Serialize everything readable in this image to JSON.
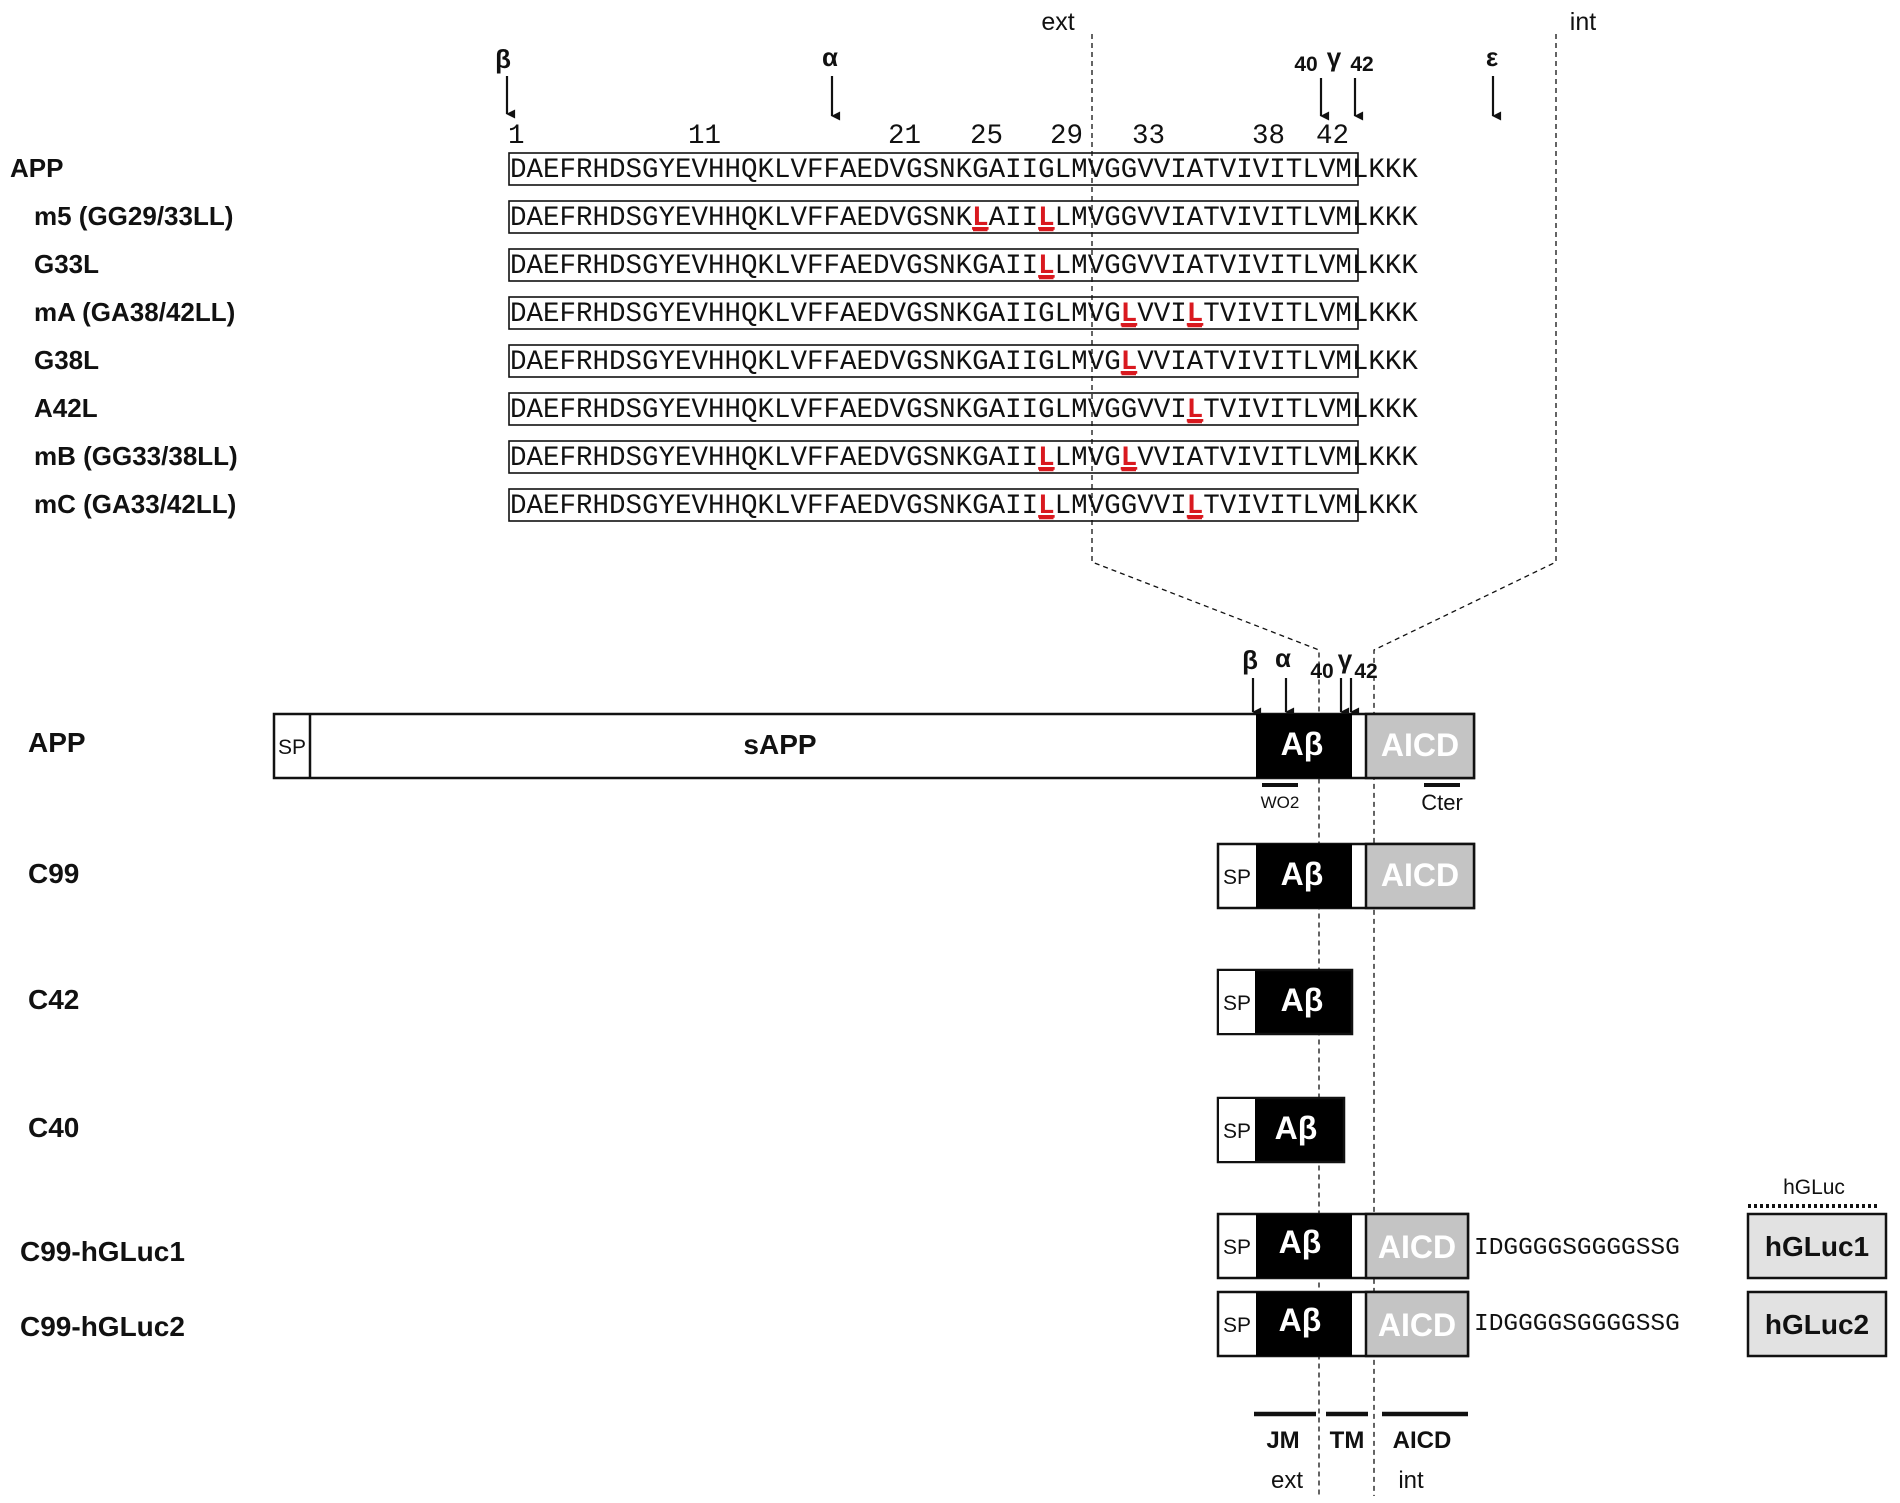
{
  "top_panel": {
    "ext_label": "ext",
    "int_label": "int",
    "cleavage_sites": [
      "β",
      "α",
      "40",
      "γ",
      "42",
      "ε"
    ],
    "position_numbers": [
      "1",
      "11",
      "21",
      "25",
      "29",
      "33",
      "38",
      "42"
    ],
    "rows": [
      {
        "name": "APP",
        "prefix": "DAEFRHDSGYEVHHQKLVFFAEDVGSNK",
        "core": [
          "G",
          "A",
          "I",
          "I",
          "G",
          "L",
          "M",
          "V",
          "G",
          "G",
          "V",
          "V",
          "I",
          "A"
        ],
        "suffix": "TVIVITLVMLKKK",
        "mutated": []
      },
      {
        "name": "m5 (GG29/33LL)",
        "prefix": "DAEFRHDSGYEVHHQKLVFFAEDVGSNK",
        "core": [
          "L",
          "A",
          "I",
          "I",
          "L",
          "L",
          "M",
          "V",
          "G",
          "G",
          "V",
          "V",
          "I",
          "A"
        ],
        "suffix": "TVIVITLVMLKKK",
        "mutated": [
          0,
          4
        ]
      },
      {
        "name": "G33L",
        "prefix": "DAEFRHDSGYEVHHQKLVFFAEDVGSNK",
        "core": [
          "G",
          "A",
          "I",
          "I",
          "L",
          "L",
          "M",
          "V",
          "G",
          "G",
          "V",
          "V",
          "I",
          "A"
        ],
        "suffix": "TVIVITLVMLKKK",
        "mutated": [
          4
        ]
      },
      {
        "name": "mA (GA38/42LL)",
        "prefix": "DAEFRHDSGYEVHHQKLVFFAEDVGSNK",
        "core": [
          "G",
          "A",
          "I",
          "I",
          "G",
          "L",
          "M",
          "V",
          "G",
          "L",
          "V",
          "V",
          "I",
          "L"
        ],
        "suffix": "TVIVITLVMLKKK",
        "mutated": [
          9,
          13
        ]
      },
      {
        "name": "G38L",
        "prefix": "DAEFRHDSGYEVHHQKLVFFAEDVGSNK",
        "core": [
          "G",
          "A",
          "I",
          "I",
          "G",
          "L",
          "M",
          "V",
          "G",
          "L",
          "V",
          "V",
          "I",
          "A"
        ],
        "suffix": "TVIVITLVMLKKK",
        "mutated": [
          9
        ]
      },
      {
        "name": "A42L",
        "prefix": "DAEFRHDSGYEVHHQKLVFFAEDVGSNK",
        "core": [
          "G",
          "A",
          "I",
          "I",
          "G",
          "L",
          "M",
          "V",
          "G",
          "G",
          "V",
          "V",
          "I",
          "L"
        ],
        "suffix": "TVIVITLVMLKKK",
        "mutated": [
          13
        ]
      },
      {
        "name": "mB (GG33/38LL)",
        "prefix": "DAEFRHDSGYEVHHQKLVFFAEDVGSNK",
        "core": [
          "G",
          "A",
          "I",
          "I",
          "L",
          "L",
          "M",
          "V",
          "G",
          "L",
          "V",
          "V",
          "I",
          "A"
        ],
        "suffix": "TVIVITLVMLKKK",
        "mutated": [
          4,
          9
        ]
      },
      {
        "name": "mC (GA33/42LL)",
        "prefix": "DAEFRHDSGYEVHHQKLVFFAEDVGSNK",
        "core": [
          "G",
          "A",
          "I",
          "I",
          "L",
          "L",
          "M",
          "V",
          "G",
          "G",
          "V",
          "V",
          "I",
          "L"
        ],
        "suffix": "TVIVITLVMLKKK",
        "mutated": [
          4,
          13
        ]
      }
    ]
  },
  "bottom_panel": {
    "cleavage_labels": {
      "beta": "β",
      "alpha": "α",
      "c40": "40",
      "gamma": "γ",
      "c42": "42"
    },
    "constructs": [
      {
        "name": "APP",
        "sp": "SP",
        "sapp": "sAPP",
        "abeta": "Aβ",
        "aicd": "AICD"
      },
      {
        "name": "C99",
        "sp": "SP",
        "abeta": "Aβ",
        "aicd": "AICD"
      },
      {
        "name": "C42",
        "sp": "SP",
        "abeta": "Aβ"
      },
      {
        "name": "C40",
        "sp": "SP",
        "abeta": "Aβ"
      },
      {
        "name": "C99-hGLuc1",
        "sp": "SP",
        "abeta": "Aβ",
        "aicd": "AICD",
        "linker": "IDGGGGSGGGGSSG",
        "tag": "hGLuc1"
      },
      {
        "name": "C99-hGLuc2",
        "sp": "SP",
        "abeta": "Aβ",
        "aicd": "AICD",
        "linker": "IDGGGGSGGGGSSG",
        "tag": "hGLuc2"
      }
    ],
    "epitopes": {
      "wo2": "WO2",
      "cter": "Cter"
    },
    "hgluc_label": "hGLuc",
    "regions": [
      "JM",
      "TM",
      "AICD"
    ],
    "bottom_ext": "ext",
    "bottom_int": "int"
  },
  "colors": {
    "mutation": "#d9191f",
    "abeta": "#000000",
    "aicd": "#c4c4c4",
    "tag": "#e2e2e2"
  }
}
